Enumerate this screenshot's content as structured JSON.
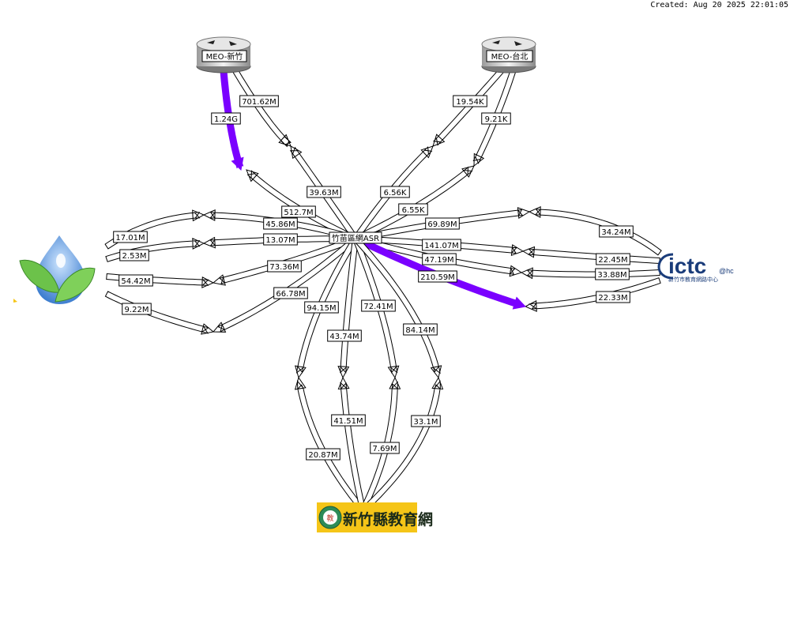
{
  "created": "Created: Aug 20 2025 22:01:05",
  "nodes": {
    "meo_hsinchu": "MEO-新竹",
    "meo_taipei": "MEO-台北",
    "center": "竹苗區網ASR",
    "ictc_logo": "ictc",
    "ictc_suffix": "@hc",
    "ictc_sub": "新竹市教育網路中心",
    "hcc_text": "新竹縣教育網"
  },
  "colors": {
    "high_traffic": "#7a00ff",
    "link_fill": "#ffffff",
    "link_outline": "#000000",
    "ictc_blue": "#1a3c7a",
    "hcc_bg": "#f5c518"
  },
  "links": [
    {
      "id": "meo-hsinchu-in",
      "label": "1.24G",
      "color": "purple"
    },
    {
      "id": "meo-hsinchu-out",
      "label": "701.62M",
      "color": "white"
    },
    {
      "id": "meo-hsinchu-out-center",
      "label": "39.63M",
      "color": "white"
    },
    {
      "id": "meo-hsinchu-in-center",
      "label": "512.7M",
      "color": "white"
    },
    {
      "id": "meo-taipei-a",
      "label": "19.54K",
      "color": "white"
    },
    {
      "id": "meo-taipei-b",
      "label": "9.21K",
      "color": "white"
    },
    {
      "id": "meo-taipei-a-center",
      "label": "6.56K",
      "color": "white"
    },
    {
      "id": "meo-taipei-b-center",
      "label": "6.55K",
      "color": "white"
    },
    {
      "id": "left-1",
      "label": "17.01M",
      "color": "white"
    },
    {
      "id": "left-1-center",
      "label": "45.86M",
      "color": "white"
    },
    {
      "id": "left-2",
      "label": "2.53M",
      "color": "white"
    },
    {
      "id": "left-2-center",
      "label": "13.07M",
      "color": "white"
    },
    {
      "id": "left-3",
      "label": "54.42M",
      "color": "white"
    },
    {
      "id": "left-3-center",
      "label": "73.36M",
      "color": "white"
    },
    {
      "id": "left-4",
      "label": "9.22M",
      "color": "white"
    },
    {
      "id": "left-4-center",
      "label": "66.78M",
      "color": "white"
    },
    {
      "id": "right-1",
      "label": "34.24M",
      "color": "white"
    },
    {
      "id": "right-1-center",
      "label": "69.89M",
      "color": "white"
    },
    {
      "id": "right-2",
      "label": "22.45M",
      "color": "white"
    },
    {
      "id": "right-2-center",
      "label": "141.07M",
      "color": "white"
    },
    {
      "id": "right-3",
      "label": "33.88M",
      "color": "white"
    },
    {
      "id": "right-3-center",
      "label": "47.19M",
      "color": "white"
    },
    {
      "id": "right-4",
      "label": "22.33M",
      "color": "white"
    },
    {
      "id": "right-4-center",
      "label": "210.59M",
      "color": "purple"
    },
    {
      "id": "bottom-1-center",
      "label": "94.15M",
      "color": "white"
    },
    {
      "id": "bottom-1",
      "label": "20.87M",
      "color": "white"
    },
    {
      "id": "bottom-2-center",
      "label": "43.74M",
      "color": "white"
    },
    {
      "id": "bottom-2",
      "label": "41.51M",
      "color": "white"
    },
    {
      "id": "bottom-3-center",
      "label": "72.41M",
      "color": "white"
    },
    {
      "id": "bottom-3",
      "label": "7.69M",
      "color": "white"
    },
    {
      "id": "bottom-4-center",
      "label": "84.14M",
      "color": "white"
    },
    {
      "id": "bottom-4",
      "label": "33.1M",
      "color": "white"
    }
  ]
}
